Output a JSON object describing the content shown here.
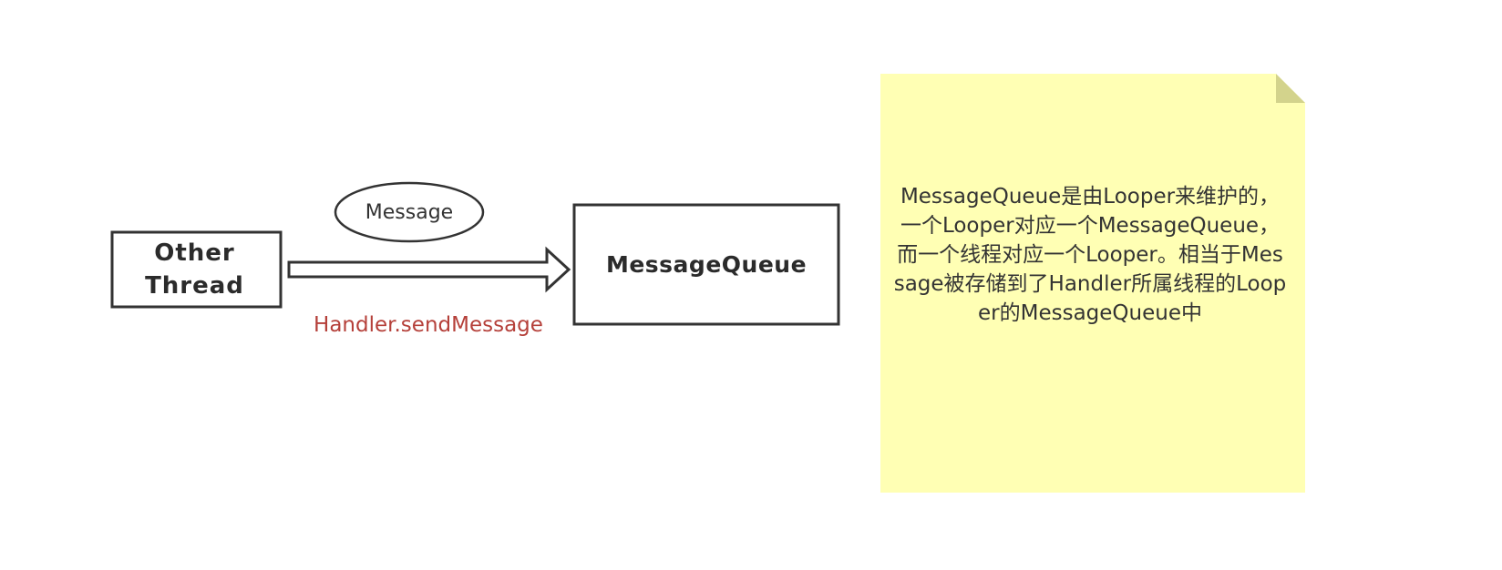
{
  "nodes": {
    "other_thread": "Other Thread",
    "message_queue": "MessageQueue",
    "message": "Message"
  },
  "edge": {
    "label": "Handler.sendMessage"
  },
  "note": {
    "text": "MessageQueue是由Looper来维护的，一个Looper对应一个MessageQueue，而一个线程对应一个Looper。相当于Message被存储到了Handler所属线程的Looper的MessageQueue中"
  },
  "colors": {
    "note_fill": "#ffffb4",
    "note_fold": "#d3d38c",
    "edge_label": "#b5403a",
    "stroke": "#333333"
  }
}
